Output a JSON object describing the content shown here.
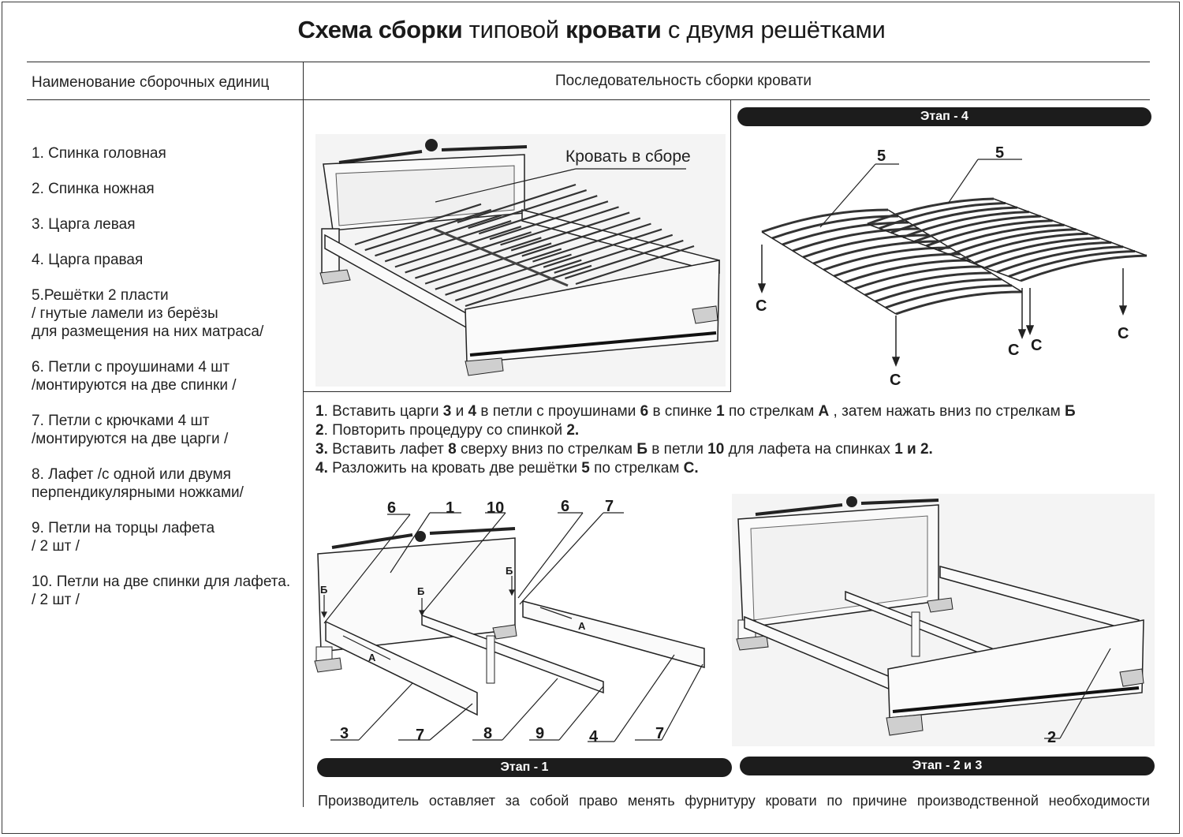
{
  "title": {
    "part1": "Схема сборки",
    "part2": "типовой",
    "part3": "кровати",
    "part4": "с двумя решётками"
  },
  "columns": {
    "left": "Наименование  сборочных единиц",
    "right": "Последовательность сборки кровати"
  },
  "parts": [
    "1.   Спинка головная",
    "2. Спинка ножная",
    "3. Царга левая",
    "4. Царга правая",
    "5.Решётки  2 пласти\n/ гнутые ламели из берёзы\nдля размещения на них матраса/",
    "6. Петли с проушинами 4 шт\n/монтируются на две спинки /",
    "7. Петли с крючками 4 шт\n/монтируются на две царги /",
    "8. Лафет /с одной или двумя\nперпендикулярными ножками/",
    "9. Петли на торцы лафета\n/ 2 шт /",
    "10. Петли на две спинки для лафета.\n/ 2 шт /"
  ],
  "assembled_label": "Кровать в сборе",
  "stages": {
    "stage4": "Этап -  4",
    "stage1": "Этап -  1",
    "stage23": "Этап -  2 и 3"
  },
  "steps": {
    "s1": {
      "n": "1",
      "t1": ". Вставить царги ",
      "b1": "3",
      "t2": " и ",
      "b2": "4",
      "t3": " в петли с проушинами ",
      "b3": "6",
      "t4": " в спинке ",
      "b4": "1",
      "t5": " по стрелкам ",
      "b5": "А",
      "t6": " , затем нажать вниз по стрелкам ",
      "b6": "Б"
    },
    "s2": {
      "n": "2",
      "t1": ". Повторить процедуру со спинкой ",
      "b1": "2."
    },
    "s3": {
      "n": "3.",
      "t1": " Вставить лафет ",
      "b1": "8",
      "t2": " сверху вниз по стрелкам ",
      "b2": "Б",
      "t3": " в петли ",
      "b3": "10",
      "t4": " для лафета на спинках ",
      "b4": "1 и 2."
    },
    "s4": {
      "n": "4.",
      "t1": " Разложить на кровать две решётки ",
      "b1": "5",
      "t2": "  по стрелкам ",
      "b2": "С."
    }
  },
  "stage4_labels": {
    "five_a": "5",
    "five_b": "5",
    "c": "С"
  },
  "stage1_labels": {
    "top": [
      "6",
      "1",
      "10",
      "6",
      "7"
    ],
    "bottom": [
      "3",
      "7",
      "8",
      "9",
      "4",
      "7"
    ],
    "arrow_a": "А",
    "arrow_b": "Б"
  },
  "stage23_labels": {
    "two": "2"
  },
  "footer": "Производитель  оставляет  за  собой  право  менять  фурнитуру  кровати  по  причине производственной необходимости",
  "colors": {
    "ink": "#1a1a1a",
    "bar": "#1c1c1c",
    "paper": "#ffffff"
  }
}
